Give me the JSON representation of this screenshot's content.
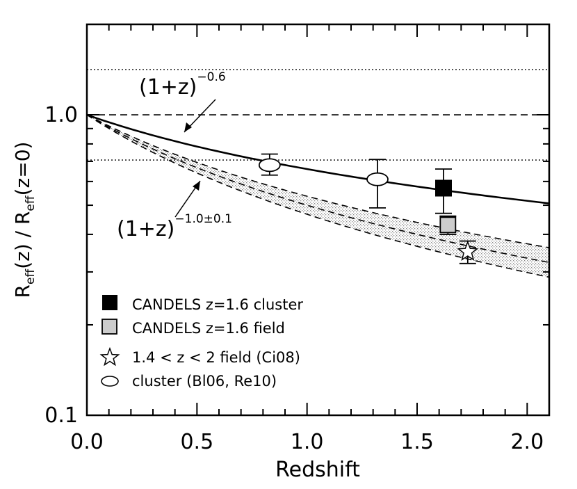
{
  "chart_data": {
    "type": "line",
    "xlabel": "Redshift",
    "ylabel_main": "R",
    "ylabel_sub": "eff",
    "ylabel_mid": "(z) / R",
    "ylabel_sub2": "eff",
    "ylabel_end": "(z=0)",
    "x_range": [
      0.0,
      2.1
    ],
    "y_range": [
      0.1,
      2.0
    ],
    "y_scale": "log",
    "x_ticks": [
      "0.0",
      "0.5",
      "1.0",
      "1.5",
      "2.0"
    ],
    "x_tick_values": [
      0.0,
      0.5,
      1.0,
      1.5,
      2.0
    ],
    "y_ticks": [
      "0.1",
      "1.0"
    ],
    "y_tick_values": [
      0.1,
      1.0
    ],
    "reference_lines": {
      "dashed": 1.0,
      "dotted": [
        1.4142,
        0.7071
      ]
    },
    "curves": {
      "power_law_06": {
        "exponent": -0.6
      },
      "power_law_10": {
        "exponent": -1.0,
        "band": [
          -0.9,
          -1.1
        ]
      }
    },
    "annotations": {
      "upper_base": "(1+z)",
      "upper_exp": "−0.6",
      "lower_base": "(1+z)",
      "lower_exp": "−1.0±0.1"
    },
    "series": [
      {
        "name": "CANDELS z=1.6 cluster",
        "marker": "filled-square",
        "points": [
          {
            "x": 1.62,
            "y": 0.57,
            "ylo": 0.47,
            "yhi": 0.66
          }
        ]
      },
      {
        "name": "CANDELS z=1.6 field",
        "marker": "gray-square",
        "points": [
          {
            "x": 1.64,
            "y": 0.43,
            "ylo": 0.4,
            "yhi": 0.46
          }
        ]
      },
      {
        "name": "1.4 < z < 2 field (Ci08)",
        "marker": "star",
        "points": [
          {
            "x": 1.73,
            "y": 0.35,
            "ylo": 0.32,
            "yhi": 0.38
          }
        ]
      },
      {
        "name": "cluster (Bl06, Re10)",
        "marker": "ellipse",
        "points": [
          {
            "x": 0.83,
            "y": 0.68,
            "ylo": 0.63,
            "yhi": 0.74
          },
          {
            "x": 1.32,
            "y": 0.61,
            "ylo": 0.49,
            "yhi": 0.71
          }
        ]
      }
    ],
    "colors": {
      "field_square": "#cccccc",
      "band": "#9a9a9a"
    }
  }
}
